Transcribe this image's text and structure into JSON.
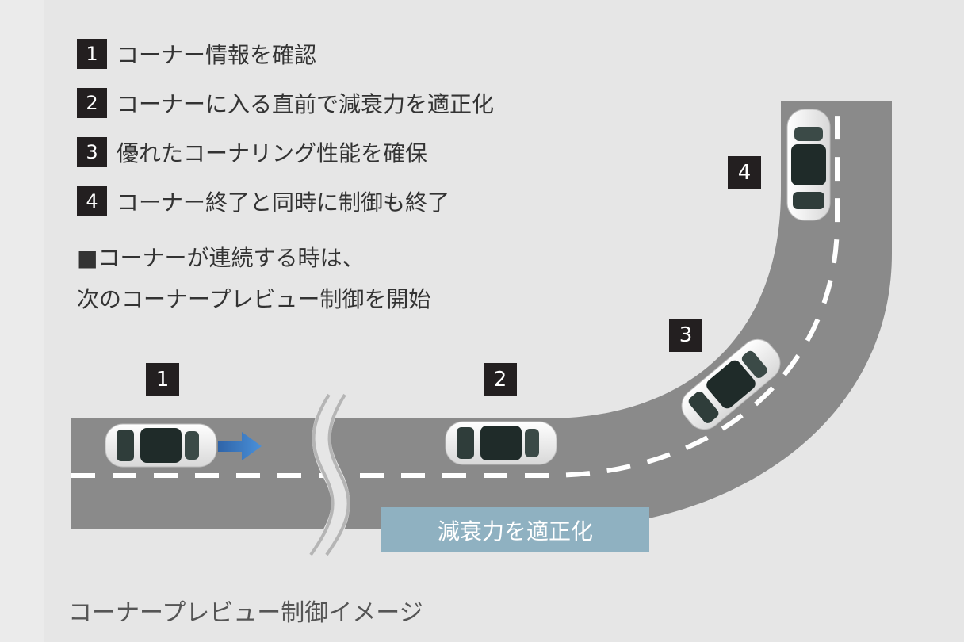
{
  "steps": [
    {
      "num": "1",
      "text": "コーナー情報を確認"
    },
    {
      "num": "2",
      "text": "コーナーに入る直前で減衰力を適正化"
    },
    {
      "num": "3",
      "text": "優れたコーナリング性能を確保"
    },
    {
      "num": "4",
      "text": "コーナー終了と同時に制御も終了"
    }
  ],
  "note": {
    "line1": "■コーナーが連続する時は、",
    "line2": "次のコーナープレビュー制御を開始"
  },
  "markers": [
    "1",
    "2",
    "3",
    "4"
  ],
  "band_label": "減衰力を適正化",
  "caption": "コーナープレビュー制御イメージ",
  "colors": {
    "road": "#8a8a8a",
    "lane_marking": "#ffffff",
    "arrow": "#3f7fc7",
    "band": "#8fb1c1",
    "marker_bg": "#231f20"
  }
}
